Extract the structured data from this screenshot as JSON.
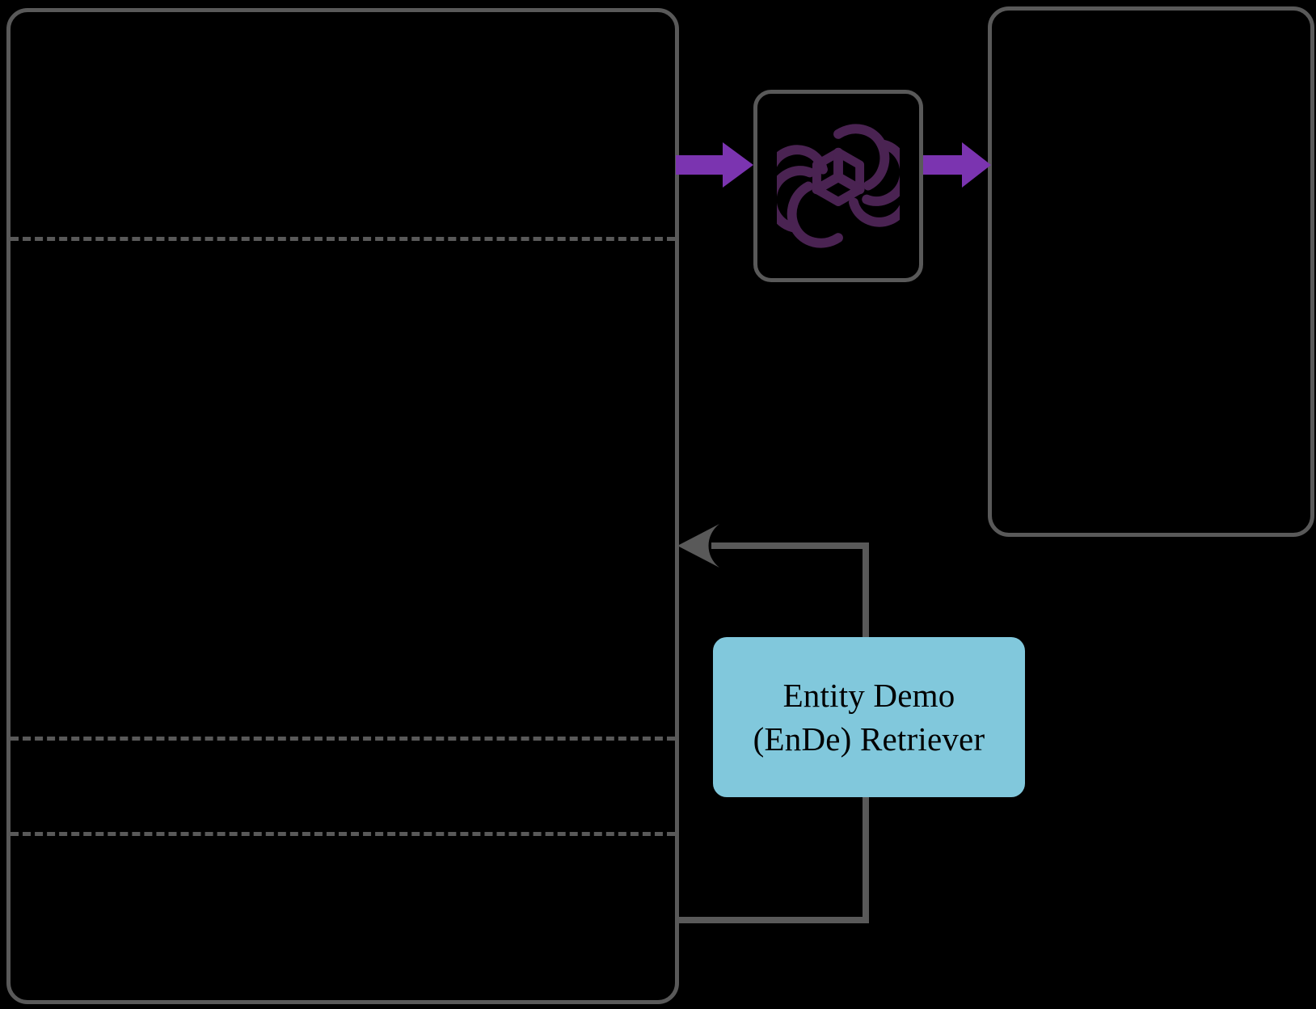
{
  "diagram": {
    "background_color": "#000000",
    "outline_color": "#595959",
    "accent_arrow_color": "#7b34b0",
    "retriever_fill_color": "#81c8dc",
    "logo_color": "#4a2352",
    "left_panel": {
      "name": "Prompt panel",
      "content": "",
      "dividers": 3
    },
    "right_panel": {
      "name": "Output panel",
      "content": ""
    },
    "model_node": {
      "icon": "openai-logo-icon",
      "label": ""
    },
    "arrows": {
      "input_arrow": "arrow-right-icon",
      "output_arrow": "arrow-right-icon",
      "feedback_arrow": "arrow-left-icon"
    },
    "retriever_node": {
      "line1": "Entity Demo",
      "line2": "(EnDe) Retriever"
    }
  }
}
